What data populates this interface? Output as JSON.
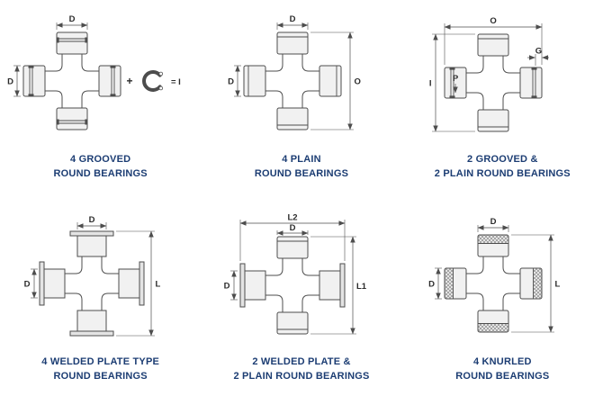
{
  "colors": {
    "caption": "#1c3d73",
    "line": "#4d4d4d"
  },
  "cells": [
    {
      "caption": [
        "4 GROOVED",
        "ROUND BEARINGS"
      ],
      "dims": {
        "top": "D",
        "left": "D",
        "plus": "+",
        "equals": "= I"
      }
    },
    {
      "caption": [
        "4 PLAIN",
        "ROUND BEARINGS"
      ],
      "dims": {
        "top": "D",
        "left": "D",
        "right": "O"
      }
    },
    {
      "caption": [
        "2 GROOVED &",
        "2 PLAIN ROUND BEARINGS"
      ],
      "dims": {
        "top": "O",
        "groove": "G",
        "left": "I",
        "depth": "P"
      }
    },
    {
      "caption": [
        "4 WELDED PLATE TYPE",
        "ROUND BEARINGS"
      ],
      "dims": {
        "top": "D",
        "left": "D",
        "right": "L"
      }
    },
    {
      "caption": [
        "2 WELDED PLATE &",
        "2 PLAIN ROUND BEARINGS"
      ],
      "dims": {
        "top_outer": "L2",
        "top": "D",
        "left": "D",
        "right": "L1"
      }
    },
    {
      "caption": [
        "4 KNURLED",
        "ROUND BEARINGS"
      ],
      "dims": {
        "top": "D",
        "left": "D",
        "right": "L"
      }
    }
  ]
}
